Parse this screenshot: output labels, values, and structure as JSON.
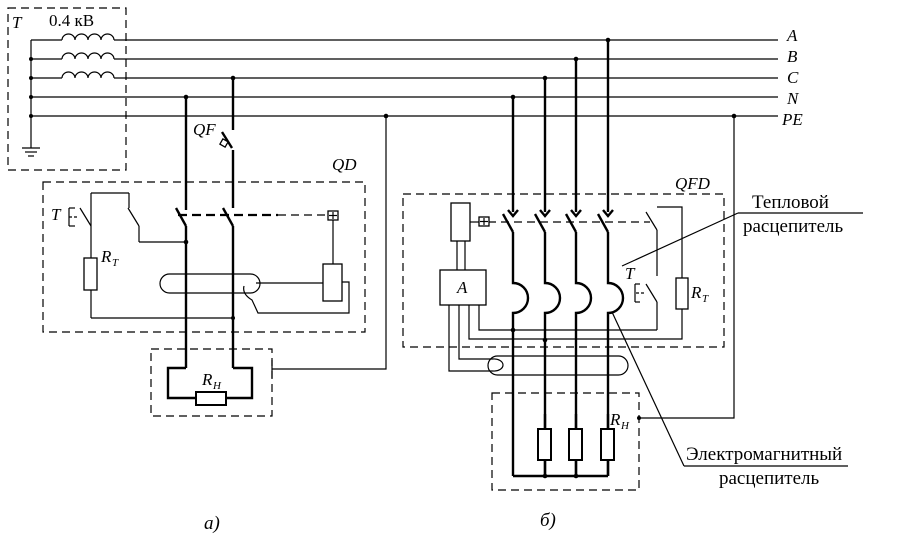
{
  "transformer": {
    "label": "T",
    "voltage": "0.4 кВ"
  },
  "bus_labels": [
    "A",
    "B",
    "C",
    "N",
    "PE"
  ],
  "diagram_a": {
    "breaker": "QF",
    "rcd": "QD",
    "thermal": "T",
    "resistor_thermal": {
      "main": "R",
      "sub": "T"
    },
    "resistor_load": {
      "main": "R",
      "sub": "Н"
    },
    "caption": "а)"
  },
  "diagram_b": {
    "rcd": "QFD",
    "amplifier": "A",
    "thermal": "T",
    "resistor_thermal": {
      "main": "R",
      "sub": "T"
    },
    "resistor_load": {
      "main": "R",
      "sub": "Н"
    },
    "caption": "б)"
  },
  "callouts": {
    "thermal_line1": "Тепловой",
    "thermal_line2": "расцепитель",
    "magnetic_line1": "Электромагнитный",
    "magnetic_line2": "расцепитель"
  }
}
